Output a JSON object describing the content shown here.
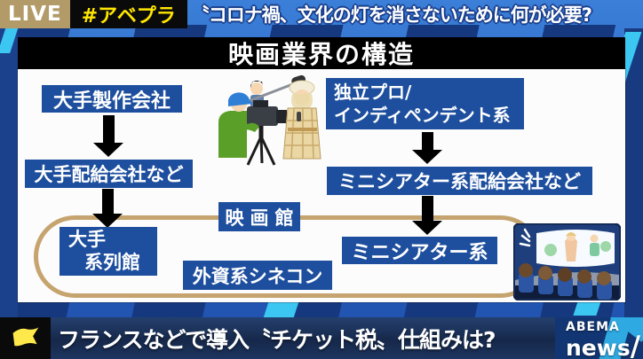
{
  "top_bar": {
    "live_badge": "LIVE",
    "hashtag_badge": "#アベプラ",
    "headline": "〝コロナ禍、文化の灯を消さないために何が必要?"
  },
  "diagram": {
    "title": "映画業界の構造",
    "major_flow": {
      "production": "大手製作会社",
      "distribution": "大手配給会社など",
      "theater_line1": "大手",
      "theater_line2": "系列館"
    },
    "indie_flow": {
      "production_line1": "独立プロ/",
      "production_line2": "インディペンデント系",
      "distribution": "ミニシアター系配給会社など",
      "theater": "ミニシアター系"
    },
    "theaters_group_label": "映画館",
    "foreign_cinecon": "外資系シネコン",
    "illustrations": {
      "film_crew": "film-crew-clipart",
      "cinema_audience": "cinema-audience-clipart"
    }
  },
  "bottom_bar": {
    "flag_icon": "yellow-flag-icon",
    "ticker": "フランスなどで導入〝チケット税〟仕組みは?",
    "logo": {
      "line1": "ABEMA",
      "line2": "news",
      "slash": "/"
    }
  },
  "colors": {
    "node_blue": "#1e4f9e",
    "gold_border": "#c5a46f",
    "live_tan": "#b39b69",
    "hashtag_yellow": "#ffe600",
    "studio_blue": "#2a63c4",
    "studio_navy": "#16387e",
    "studio_cyan": "#3cc6f2",
    "logo_cyan": "#2fa9e1"
  }
}
